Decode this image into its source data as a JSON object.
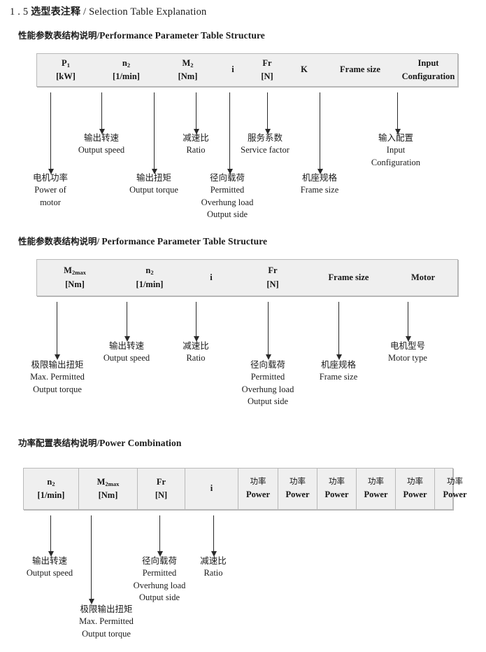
{
  "page": {
    "heading_number": "1 . 5",
    "heading_cn": "选型表注释",
    "heading_sep": "/",
    "heading_en": "Selection Table Explanation"
  },
  "sections": [
    {
      "id": "performance-parameter-1",
      "title_cn": "性能参数表结构说明",
      "title_sep": "/",
      "title_en": "Performance Parameter Table Structure",
      "table": {
        "columns": [
          {
            "sym": "P",
            "subscript": "1",
            "unit": "[kW]"
          },
          {
            "sym": "n",
            "subscript": "2",
            "unit": "[1/min]"
          },
          {
            "sym": "M",
            "subscript": "2",
            "unit": "[Nm]"
          },
          {
            "sym": "i",
            "subscript": "",
            "unit": ""
          },
          {
            "sym": "Fr",
            "subscript": "",
            "unit": "[N]"
          },
          {
            "sym": "K",
            "subscript": "",
            "unit": ""
          },
          {
            "sym": "Frame size",
            "subscript": "",
            "unit": ""
          },
          {
            "sym": "Input",
            "subscript": "",
            "unit": "Configuration"
          }
        ]
      },
      "notes": [
        {
          "cn": "电机功率",
          "en": [
            "Power of",
            "motor"
          ]
        },
        {
          "cn": "输出转速",
          "en": [
            "Output speed"
          ]
        },
        {
          "cn": "输出扭矩",
          "en": [
            "Output torque"
          ]
        },
        {
          "cn": "减速比",
          "en": [
            "Ratio"
          ]
        },
        {
          "cn": "径向载荷",
          "en": [
            "Permitted",
            "Overhung load",
            "Output side"
          ]
        },
        {
          "cn": "服务系数",
          "en": [
            "Service factor"
          ]
        },
        {
          "cn": "机座规格",
          "en": [
            "Frame size"
          ]
        },
        {
          "cn": "输入配置",
          "en": [
            "Input",
            "Configuration"
          ]
        }
      ]
    },
    {
      "id": "performance-parameter-2",
      "title_cn": "性能参数表结构说明",
      "title_sep": "/",
      "title_en": "Performance Parameter Table Structure",
      "table": {
        "columns": [
          {
            "sym": "M",
            "subscript": "2max",
            "unit": "[Nm]"
          },
          {
            "sym": "n",
            "subscript": "2",
            "unit": "[1/min]"
          },
          {
            "sym": "i",
            "subscript": "",
            "unit": ""
          },
          {
            "sym": "Fr",
            "subscript": "",
            "unit": "[N]"
          },
          {
            "sym": "Frame size",
            "subscript": "",
            "unit": ""
          },
          {
            "sym": "Motor",
            "subscript": "",
            "unit": ""
          }
        ]
      },
      "notes": [
        {
          "cn": "极限输出扭矩",
          "en": [
            "Max. Permitted",
            "Output  torque"
          ]
        },
        {
          "cn": "输出转速",
          "en": [
            "Output speed"
          ]
        },
        {
          "cn": "减速比",
          "en": [
            "Ratio"
          ]
        },
        {
          "cn": "径向载荷",
          "en": [
            "Permitted",
            "Overhung load",
            "Output side"
          ]
        },
        {
          "cn": "机座规格",
          "en": [
            "Frame size"
          ]
        },
        {
          "cn": "电机型号",
          "en": [
            "Motor type"
          ]
        }
      ]
    },
    {
      "id": "power-combination",
      "title_cn": "功率配置表结构说明",
      "title_sep": "/",
      "title_en": "Power Combination",
      "table": {
        "columns": [
          {
            "sym": "n",
            "subscript": "2",
            "unit": "[1/min]"
          },
          {
            "sym": "M",
            "subscript": "2max",
            "unit": "[Nm]"
          },
          {
            "sym": "Fr",
            "subscript": "",
            "unit": "[N]"
          },
          {
            "sym": "i",
            "subscript": "",
            "unit": ""
          },
          {
            "sym": "功率",
            "subscript": "",
            "unit": "Power"
          },
          {
            "sym": "功率",
            "subscript": "",
            "unit": "Power"
          },
          {
            "sym": "功率",
            "subscript": "",
            "unit": "Power"
          },
          {
            "sym": "功率",
            "subscript": "",
            "unit": "Power"
          },
          {
            "sym": "功率",
            "subscript": "",
            "unit": "Power"
          },
          {
            "sym": "功率",
            "subscript": "",
            "unit": "Power"
          }
        ]
      },
      "notes": [
        {
          "cn": "输出转速",
          "en": [
            "Output speed"
          ]
        },
        {
          "cn": "极限输出扭矩",
          "en": [
            "Max. Permitted",
            "Output  torque"
          ]
        },
        {
          "cn": "径向载荷",
          "en": [
            "Permitted",
            "Overhung load",
            "Output side"
          ]
        },
        {
          "cn": "减速比",
          "en": [
            "Ratio"
          ]
        }
      ]
    }
  ]
}
